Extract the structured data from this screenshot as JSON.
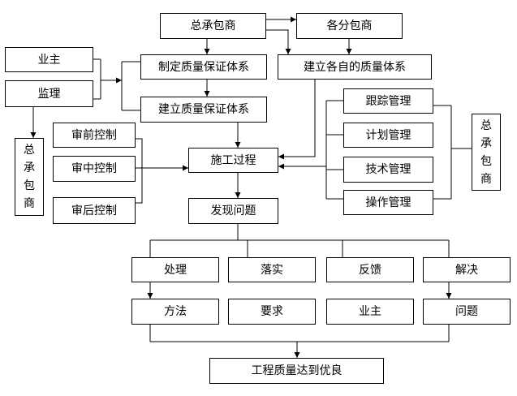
{
  "nodes": {
    "general_contractor_top": "总承包商",
    "sub_contractors": "各分包商",
    "owner_left": "业主",
    "supervisor": "监理",
    "formulate_qa_system": "制定质量保证体系",
    "own_quality_systems": "建立各自的质量体系",
    "establish_qa_system": "建立质量保证体系",
    "general_contractor_left": [
      "总",
      "承",
      "包",
      "商"
    ],
    "general_contractor_right": [
      "总",
      "承",
      "包",
      "商"
    ],
    "pre_review_control": "审前控制",
    "mid_review_control": "审中控制",
    "post_review_control": "审后控制",
    "tracking_management": "跟踪管理",
    "plan_management": "计划管理",
    "technical_management": "技术管理",
    "operation_management": "操作管理",
    "construction_process": "施工过程",
    "find_problems": "发现问题",
    "handle": "处理",
    "implement": "落实",
    "feedback": "反馈",
    "resolve": "解决",
    "method": "方法",
    "requirement": "要求",
    "owner_bottom": "业主",
    "problem": "问题",
    "final_goal": "工程质量达到优良"
  }
}
